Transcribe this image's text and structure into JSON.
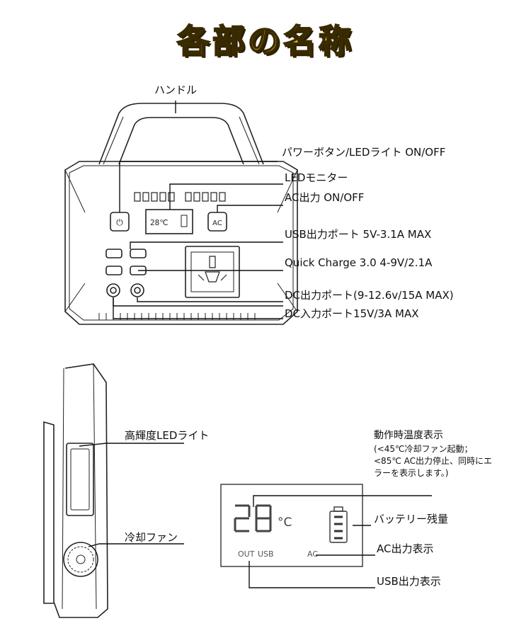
{
  "title": "各部の名称",
  "front_labels": {
    "handle": "ハンドル",
    "power_button": "パワーボタン/LEDライト ON/OFF",
    "led_monitor": "LEDモニター",
    "ac_output_switch": "AC出力 ON/OFF",
    "usb_port": "USB出力ポート 5V-3.1A MAX",
    "quick_charge": "Quick Charge 3.0 4-9V/2.1A",
    "dc_output": "DC出力ポート(9-12.6v/15A MAX)",
    "dc_input": "DC入力ポート15V/3A MAX"
  },
  "side_labels": {
    "led_light": "高輝度LEDライト",
    "fan": "冷却ファン"
  },
  "display_labels": {
    "temp_title": "動作時温度表示",
    "temp_note": "(<45℃冷却ファン起動；<85℃ AC出力停止、同時にエラーを表示します。)",
    "battery": "バッテリー残量",
    "ac_indicator": "AC出力表示",
    "usb_indicator": "USB出力表示"
  },
  "device_text": {
    "power_symbol": "⏻",
    "ac_button": "AC",
    "small_lcd_temp": "28℃",
    "lcd_temp_digits": "28",
    "lcd_unit": "°C",
    "lcd_out": "OUT",
    "lcd_usb": "USB",
    "lcd_ac": "AC"
  }
}
